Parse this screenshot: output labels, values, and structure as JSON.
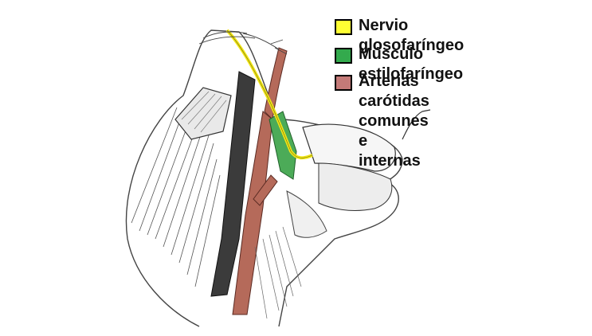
{
  "legend": {
    "items": [
      {
        "label": "Nervio glosofaríngeo",
        "color": "#ffff33"
      },
      {
        "label": "Músculo estilofaríngeo",
        "color": "#33aa4d"
      },
      {
        "label": "Arterias carótidas\ncomunes e internas",
        "color": "#c47a78"
      }
    ]
  },
  "illustration": {
    "nerve_color": "#f2e616",
    "muscle_color": "#4cab58",
    "artery_color": "#b56a5a"
  }
}
